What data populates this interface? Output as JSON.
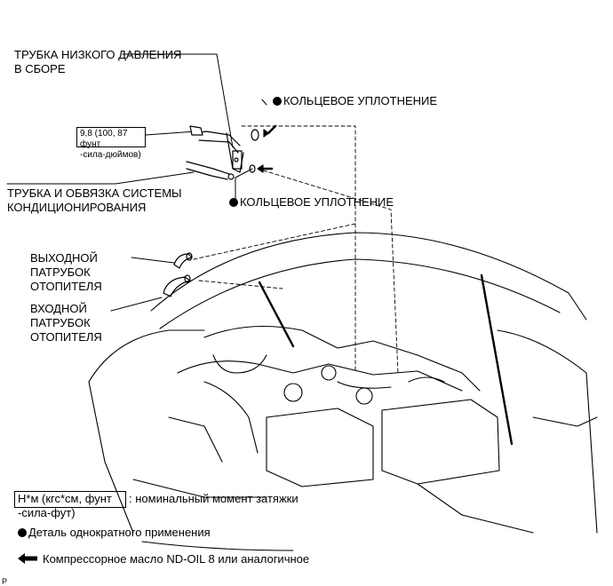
{
  "labels": {
    "low_pressure_tube_l1": "ТРУБКА НИЗКОГО ДАВЛЕНИЯ",
    "low_pressure_tube_l2": "В СБОРЕ",
    "o_ring_1": "КОЛЬЦЕВОЕ УПЛОТНЕНИЕ",
    "torque_l1": "9,8 (100, 87 фунт",
    "torque_l2": "-сила-дюймов)",
    "ac_tube_l1": "ТРУБКА И ОБВЯЗКА СИСТЕМЫ",
    "ac_tube_l2": "КОНДИЦИОНИРОВАНИЯ",
    "o_ring_2": "КОЛЬЦЕВОЕ УПЛОТНЕНИЕ",
    "outlet_l1": "ВЫХОДНОЙ",
    "outlet_l2": "ПАТРУБОК",
    "outlet_l3": "ОТОПИТЕЛЯ",
    "inlet_l1": "ВХОДНОЙ",
    "inlet_l2": "ПАТРУБОК",
    "inlet_l3": "ОТОПИТЕЛЯ"
  },
  "legend": {
    "torque_unit": "Н*м (кгс*см, фунт",
    "torque_desc": ": номинальный момент затяжки",
    "torque_unit_cont": "-сила-фут)",
    "non_reusable": "Деталь однократного применения",
    "compressor_oil": "Компрессорное масло ND-OIL 8 или аналогичное"
  },
  "corner_mark": "P",
  "icons": [
    "non-reusable-dot-icon",
    "compressor-oil-arrow-icon"
  ]
}
